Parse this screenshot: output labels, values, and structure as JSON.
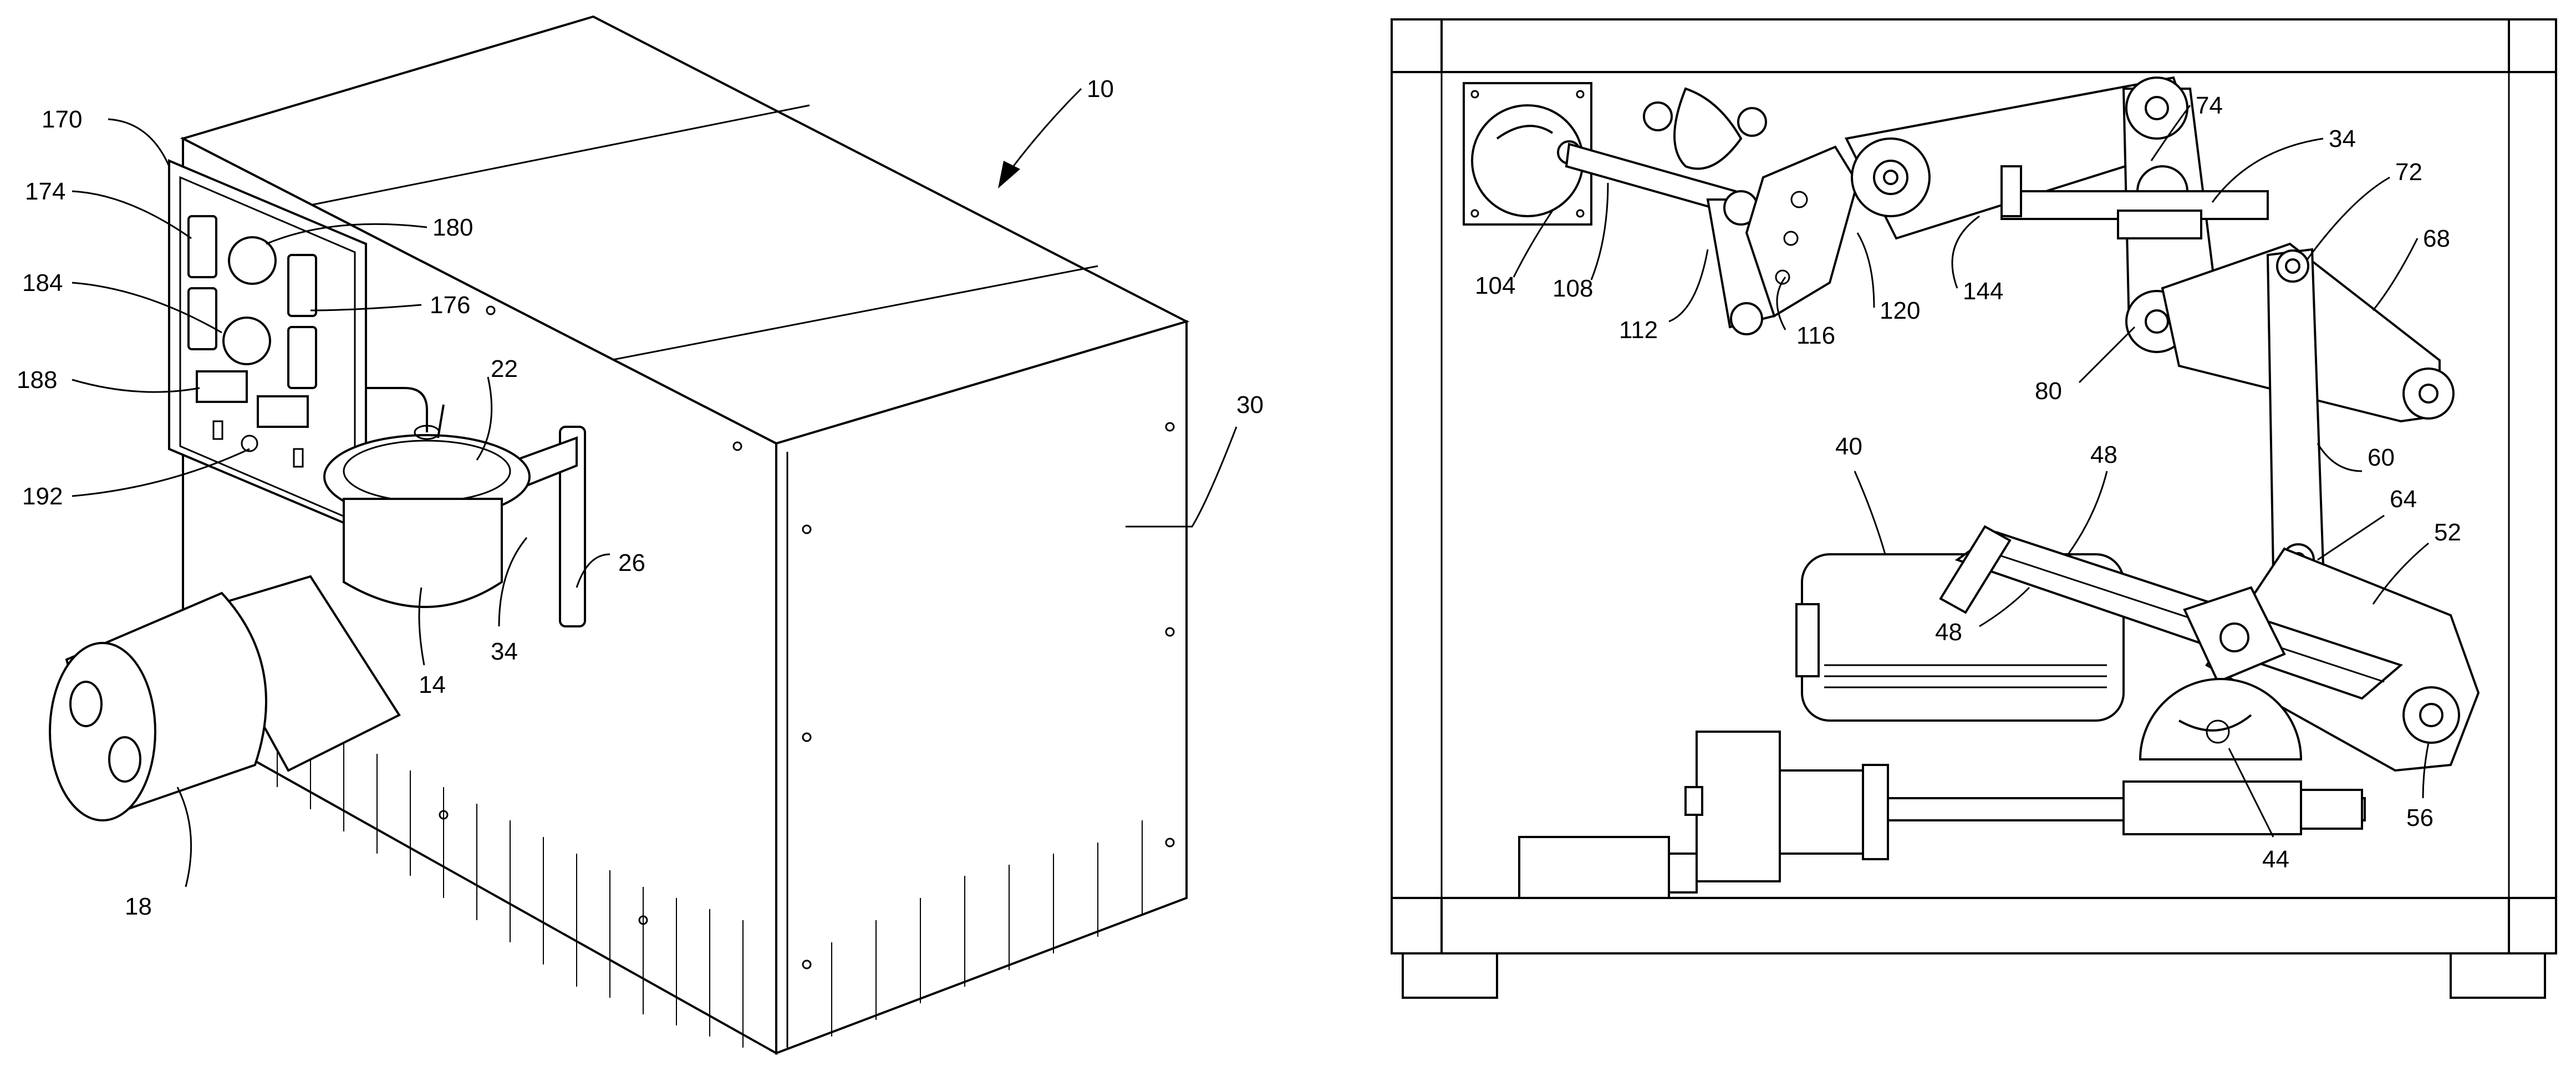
{
  "figure_left": {
    "labels": {
      "l10": "10",
      "l170": "170",
      "l174": "174",
      "l180": "180",
      "l184": "184",
      "l176": "176",
      "l188": "188",
      "l192": "192",
      "l22": "22",
      "l30": "30",
      "l26": "26",
      "l34": "34",
      "l14": "14",
      "l18": "18"
    }
  },
  "figure_right": {
    "labels": {
      "l34": "34",
      "l74": "74",
      "l72": "72",
      "l68": "68",
      "l104": "104",
      "l108": "108",
      "l112": "112",
      "l116": "116",
      "l120": "120",
      "l144": "144",
      "l80": "80",
      "l40": "40",
      "l48a": "48",
      "l48b": "48",
      "l60": "60",
      "l64": "64",
      "l52": "52",
      "l56": "56",
      "l44": "44"
    }
  },
  "colors": {
    "line": "#000000",
    "background": "#ffffff"
  }
}
